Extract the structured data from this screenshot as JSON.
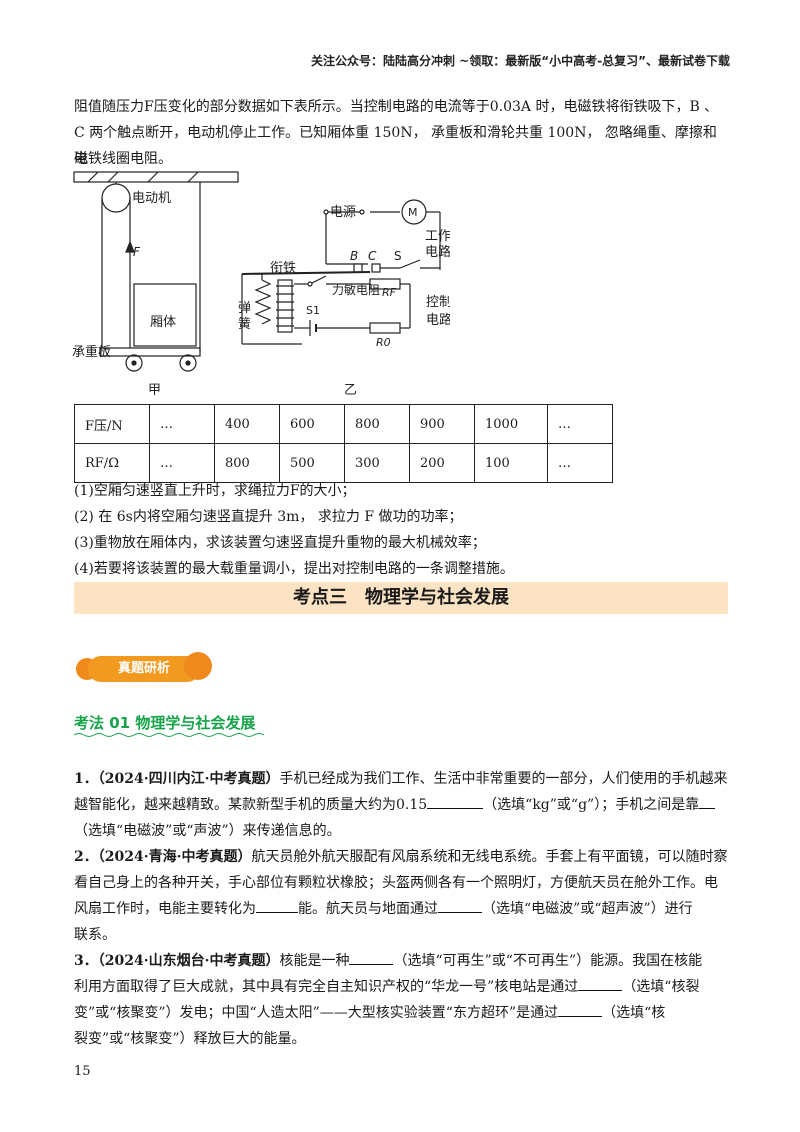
{
  "header": "关注公众号：陆陆高分冲刺 ~领取：最新版“小中高考-总复习”、最新试卷下载",
  "intro": {
    "line1": "阻值随压力F压变化的部分数据如下表所示。当控制电路的电流等于0.03A 时，电磁铁将衔铁吸下，B 、",
    "line2": "C 两个触点断开，电动机停止工作。已知厢体重 150N， 承重板和滑轮共重 100N， 忽略绳重、摩擦和电",
    "line3": "磁铁线圈电阻。"
  },
  "figure": {
    "jia": {
      "motor": "电动机",
      "force": "F",
      "box": "厢体",
      "plate": "承重板",
      "caption": "甲"
    },
    "yi": {
      "power": "电源",
      "motor_symbol": "M",
      "work1": "工作",
      "work2": "电路",
      "armature": "衔铁",
      "b": "B",
      "c": "C",
      "s": "S",
      "sensor": "力敏电阻",
      "rf": "RF",
      "spring1": "弹",
      "spring2": "簧",
      "s1": "S1",
      "control1": "控制",
      "control2": "电路",
      "r0": "R0",
      "caption": "乙"
    }
  },
  "table": {
    "row1_label": "F压/N",
    "row1": [
      "…",
      "400",
      "600",
      "800",
      "900",
      "1000",
      "…"
    ],
    "row2_label": "RF/Ω",
    "row2": [
      "…",
      "800",
      "500",
      "300",
      "200",
      "100",
      "…"
    ]
  },
  "questions": [
    "(1)空厢匀速竖直上升时，求绳拉力F的大小；",
    "(2) 在 6s内将空厢匀速竖直提升 3m， 求拉力 F 做功的功率；",
    "(3)重物放在厢体内，求该装置匀速竖直提升重物的最大机械效率；",
    "(4)若要将该装置的最大载重量调小，提出对控制电路的一条调整措施。"
  ],
  "section_title": "考点三　物理学与社会发展",
  "badge": "真题研析",
  "method_title": "考法 01  物理学与社会发展",
  "q1": {
    "num": "1．",
    "src": "（2024·四川内江·中考真题）",
    "line1a": "手机已经成为我们工作、生活中非常重要的一部分，人们使用的手机越来",
    "line2a": "越智能化，越来越精致。某款新型手机的质量大约为0.15",
    "line2b": "（选填“kg”或“g”）；手机之间是靠",
    "line3": "（选填“电磁波”或“声波”）来传递信息的。"
  },
  "q2": {
    "num": "2．",
    "src": "（2024·青海·中考真题）",
    "line1a": "航天员舱外航天服配有风扇系统和无线电系统。手套上有平面镜，可以随时察",
    "line2": "看自己身上的各种开关，手心部位有颗粒状橡胶；头盔两侧各有一个照明灯，方便航天员在舱外工作。电",
    "line3a": "风扇工作时，电能主要转化为",
    "line3b": "能。航天员与地面通过",
    "line3c": "（选填“电磁波”或“超声波”）进行",
    "line4": "联系。"
  },
  "q3": {
    "num": "3．",
    "src": "（2024·山东烟台·中考真题）",
    "line1a": "核能是一种",
    "line1b": "（选填“可再生”或“不可再生”）能源。我国在核能",
    "line2a": "利用方面取得了巨大成就，其中具有完全自主知识产权的“华龙一号”核电站是通过",
    "line2b": "（选填“核裂",
    "line3a": "变”或“核聚变”）发电；中国“人造太阳”——大型核实验装置“东方超环”是通过",
    "line3b": "（选填“核",
    "line4": "裂变”或“核聚变”）释放巨大的能量。"
  },
  "page_number": "15",
  "colors": {
    "banner": "#fbe3c3",
    "badge": "#f29a1f",
    "method": "#16a34a"
  }
}
